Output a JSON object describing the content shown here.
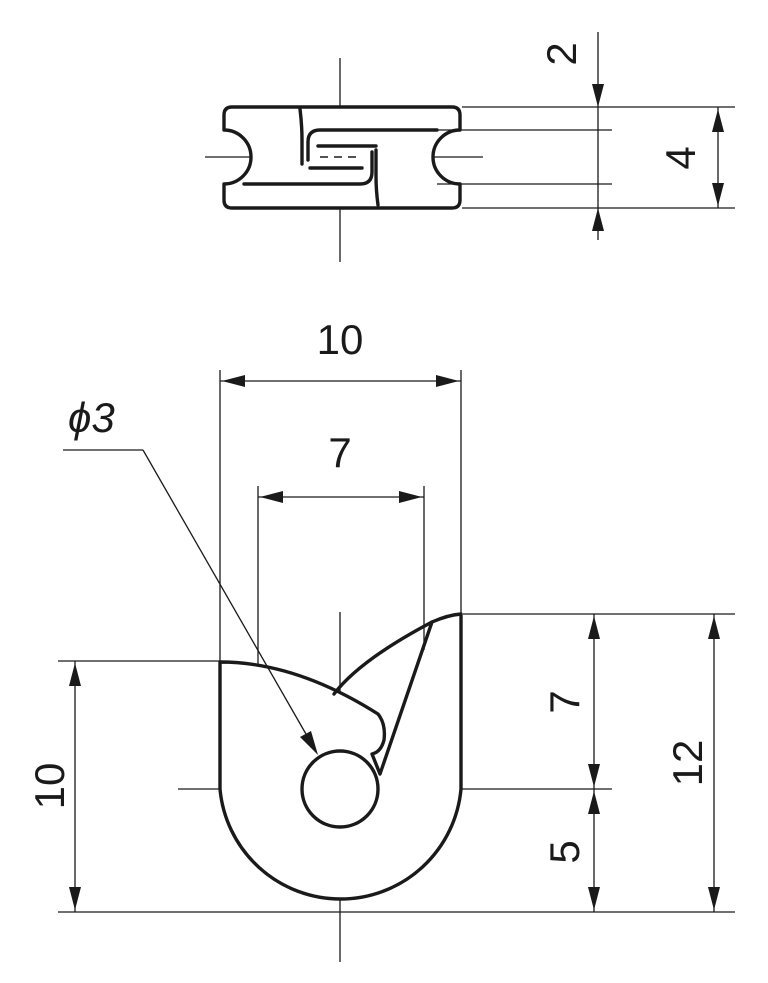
{
  "colors": {
    "ink": "#1a1a1a",
    "paper": "#ffffff"
  },
  "top_view": {
    "dim_slot_width": "2",
    "dim_thickness": "4"
  },
  "front_view": {
    "dim_overall_width": "10",
    "dim_inner_width": "7",
    "dim_hole": "ϕ3",
    "dim_left_height": "10",
    "dim_upper_height": "7",
    "dim_lower_height": "5",
    "dim_overall_height": "12"
  }
}
